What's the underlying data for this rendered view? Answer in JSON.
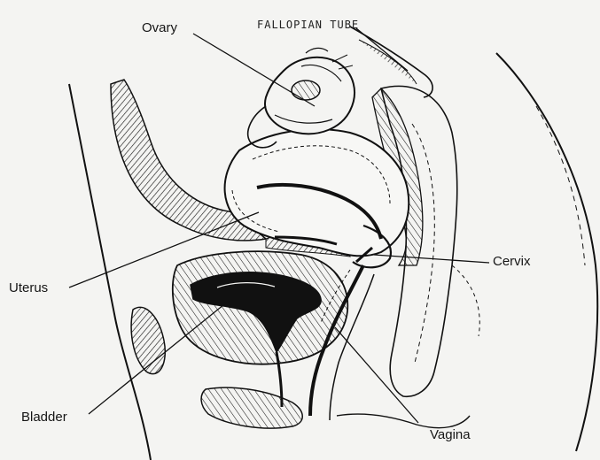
{
  "labels": {
    "ovary": "Ovary",
    "fallopian_tube": "FALLOPIAN TUBE",
    "cervix": "Cervix",
    "uterus": "Uterus",
    "bladder": "Bladder",
    "vagina": "Vagina"
  },
  "colors": {
    "background": "#f4f4f2",
    "ink": "#161616"
  }
}
